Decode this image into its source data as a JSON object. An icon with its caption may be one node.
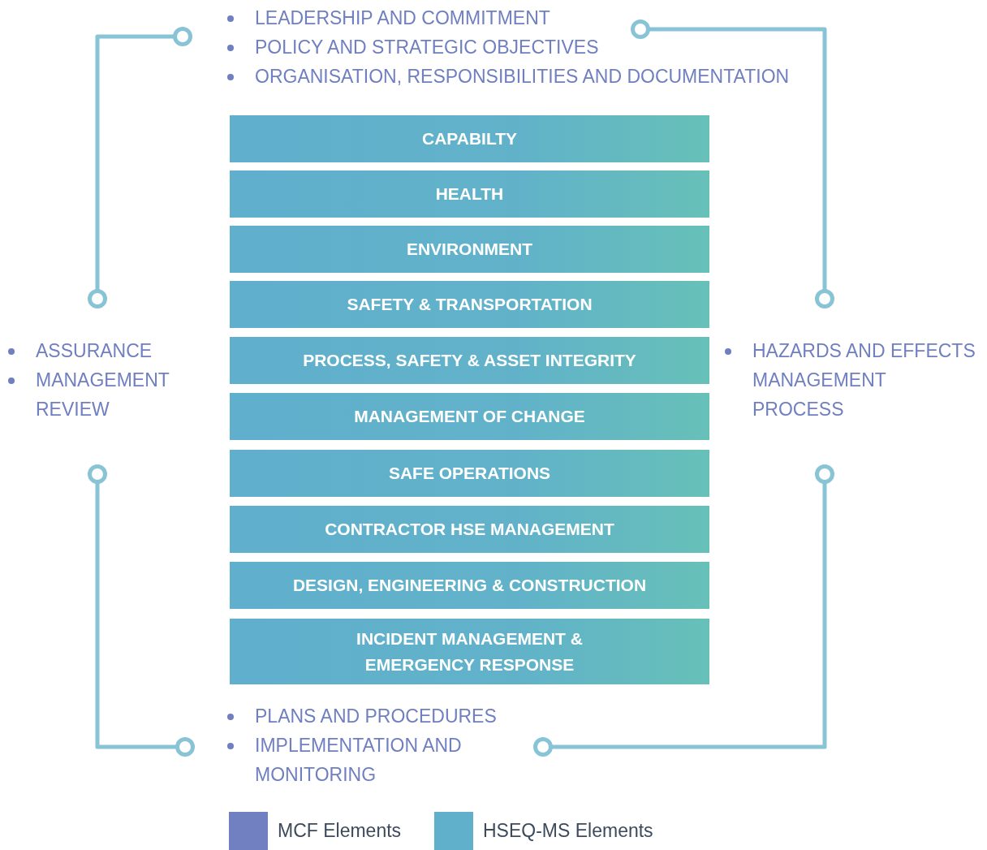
{
  "diagram": {
    "nodes": [
      {
        "text": [
          "CAPABILTY"
        ]
      },
      {
        "text": [
          "HEALTH"
        ]
      },
      {
        "text": [
          "ENVIRONMENT"
        ]
      },
      {
        "text": [
          "SAFETY & TRANSPORTATION"
        ]
      },
      {
        "text": [
          "PROCESS, SAFETY & ASSET INTEGRITY"
        ]
      },
      {
        "text": [
          "MANAGEMENT OF CHANGE"
        ]
      },
      {
        "text": [
          "SAFE OPERATIONS"
        ]
      },
      {
        "text": [
          "CONTRACTOR HSE MANAGEMENT"
        ]
      },
      {
        "text": [
          "DESIGN, ENGINEERING & CONSTRUCTION"
        ]
      },
      {
        "text": [
          "INCIDENT MANAGEMENT & EMERGENCY RESPONSE"
        ]
      }
    ],
    "edges": [],
    "labels": [
      "LEADERSHIP AND COMMITMENT",
      "POLICY AND STRATEGIC OBJECTIVES",
      "ORGANISATION, RESPONSIBILITIES AND DOCUMENTATION",
      "ASSURANCE",
      "MANAGEMENT REVIEW",
      "HAZARDS AND EFFECTS MANAGEMENT PROCESS",
      "PLANS AND PROCEDURES",
      "IMPLEMENTATION AND MONITORING"
    ],
    "legend": [
      {
        "text": "MCF Elements",
        "color": "#7080c0"
      },
      {
        "text": "HSEQ-MS Elements",
        "color": "#60b0cc"
      }
    ]
  }
}
